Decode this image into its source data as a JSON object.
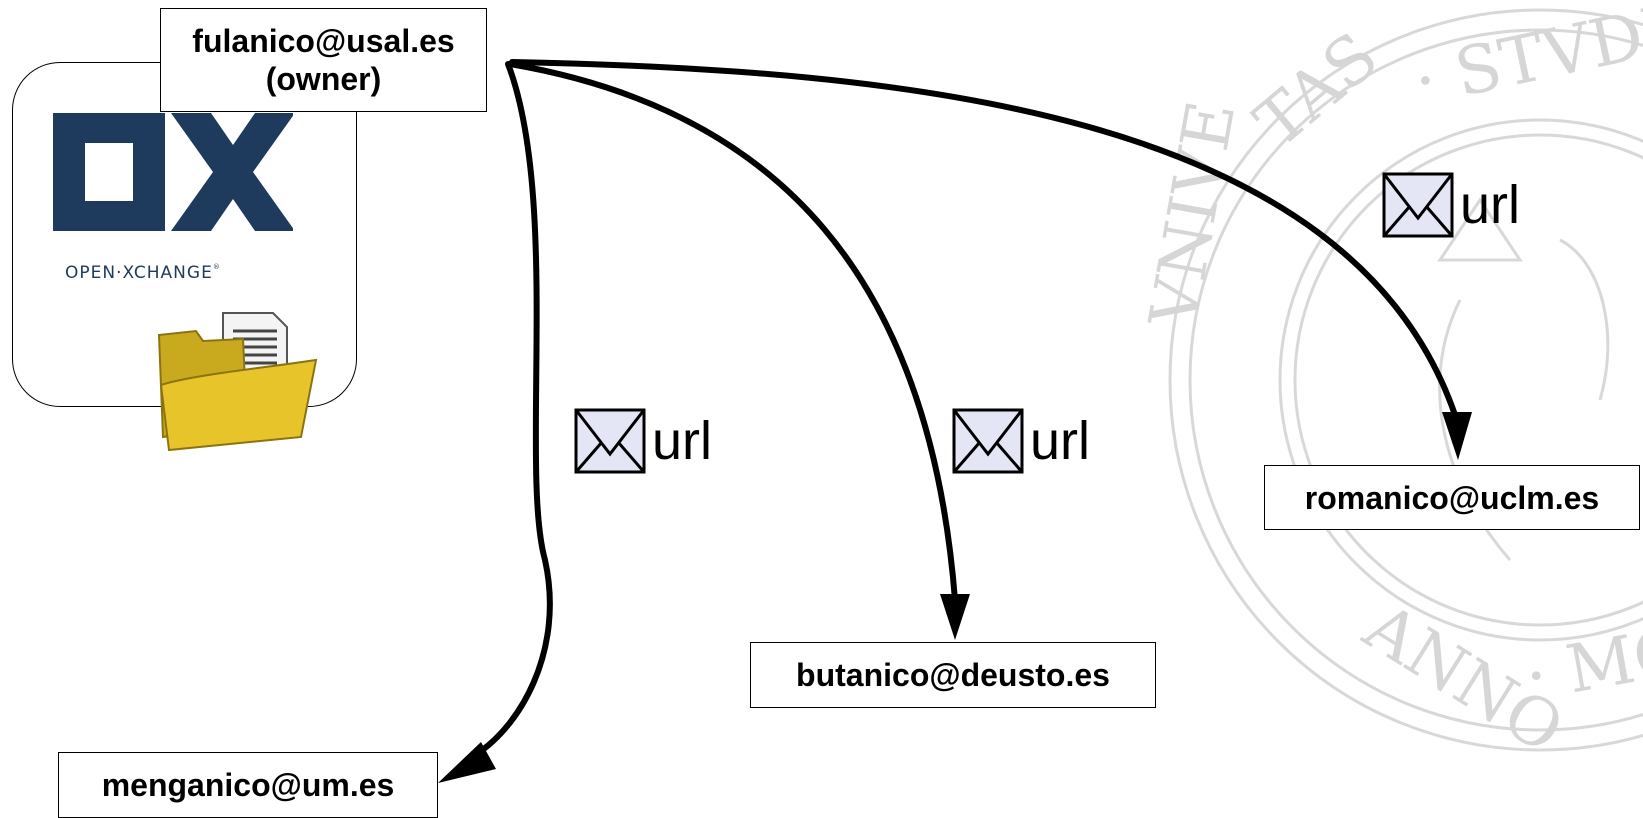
{
  "diagram": {
    "owner": {
      "email": "fulanico@usal.es",
      "role": "(owner)"
    },
    "recipients": [
      {
        "email": "menganico@um.es"
      },
      {
        "email": "butanico@deusto.es"
      },
      {
        "email": "romanico@uclm.es"
      }
    ],
    "message_label": "url",
    "logo": {
      "mark": "OX",
      "wordmark": "OPEN·XCHANGE",
      "registered": "®"
    },
    "icons": [
      "envelope-icon",
      "folder-icon",
      "document-icon"
    ],
    "colors": {
      "logo_blue": "#1e3a5c",
      "folder_yellow": "#e7c52a",
      "envelope_fill": "#e5e6f5",
      "watermark_grey": "#d8d8d8"
    }
  }
}
